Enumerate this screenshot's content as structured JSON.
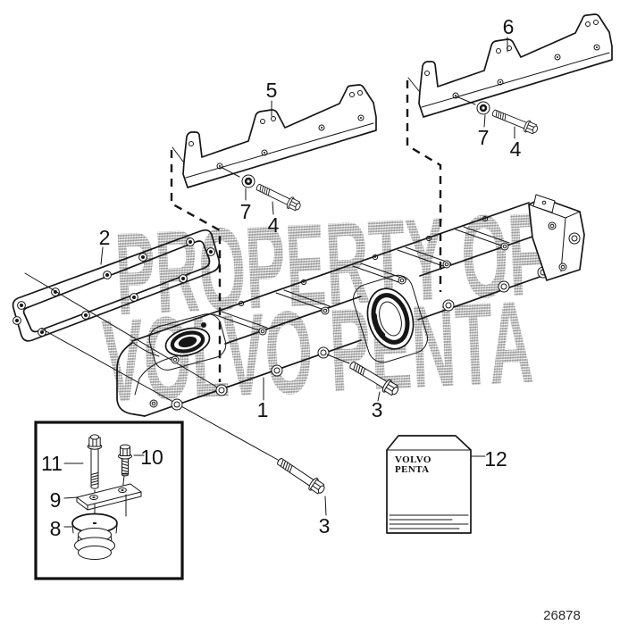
{
  "diagram": {
    "drawing_number": "26878",
    "watermark": {
      "line1": "PROPERTY OF",
      "line2": "VOLVO PENTA"
    },
    "bag": {
      "brand_line1": "VOLVO",
      "brand_line2": "PENTA"
    },
    "callouts": {
      "p1": "1",
      "p2": "2",
      "p3": "3",
      "p4": "4",
      "p5": "5",
      "p6": "6",
      "p7": "7",
      "p8": "8",
      "p9": "9",
      "p10": "10",
      "p11": "11",
      "p12": "12"
    },
    "colors": {
      "line": "#161616",
      "watermark_gray": "#8f8f8f",
      "background": "#ffffff"
    }
  }
}
